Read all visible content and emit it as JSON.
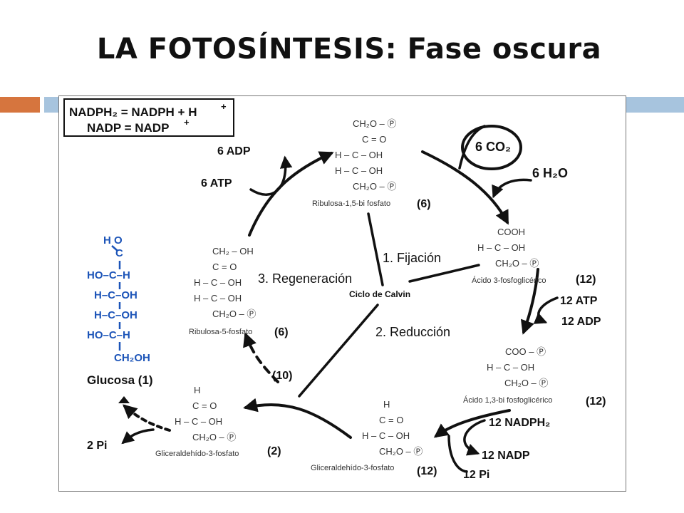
{
  "title": "LA FOTOSÍNTESIS: Fase oscura",
  "legend": {
    "line1": "NADPH₂ = NADPH + H",
    "line1_sup": "+",
    "line2": "NADP = NADP",
    "line2_sup": "+"
  },
  "cycle": {
    "center": "Ciclo de Calvin",
    "fijacion": "1. Fijación",
    "reduccion": "2. Reducción",
    "regeneracion": "3. Regeneración"
  },
  "ribulosa_bi": {
    "lines": [
      "CH₂O – Ⓟ",
      "C = O",
      "H – C – OH",
      "H – C – OH",
      "CH₂O – Ⓟ"
    ],
    "name": "Ribulosa-1,5-bi fosfato",
    "count": "(6)"
  },
  "acido_3": {
    "lines": [
      "COOH",
      "H – C – OH",
      "CH₂O – Ⓟ"
    ],
    "name": "Ácido 3-fosfoglicérico",
    "count": "(12)"
  },
  "acido_13": {
    "lines": [
      "COO – Ⓟ",
      "H – C – OH",
      "CH₂O – Ⓟ"
    ],
    "name": "Ácido 1,3-bi fosfoglicérico",
    "count": "(12)"
  },
  "gli_12": {
    "lines": [
      "H",
      "C = O",
      "H – C – OH",
      "CH₂O – Ⓟ"
    ],
    "name": "Gliceraldehído-3-fosfato",
    "count": "(12)"
  },
  "gli_2": {
    "lines": [
      "H",
      "C = O",
      "H – C – OH",
      "CH₂O – Ⓟ"
    ],
    "name": "Gliceraldehído-3-fosfato",
    "count": "(2)"
  },
  "ribulosa5": {
    "lines": [
      "CH₂ – OH",
      "C = O",
      "H – C – OH",
      "H – C – OH",
      "CH₂O – Ⓟ"
    ],
    "name": "Ribulosa-5-fosfato",
    "count": "(6)"
  },
  "glucosa": {
    "lines": [
      "H    O",
      "C",
      "HO–C–H",
      "H–C–OH",
      "H–C–OH",
      "HO–C–H",
      "CH₂OH"
    ],
    "name": "Glucosa (1)"
  },
  "labels": {
    "co2": "6 CO₂",
    "h2o": "6 H₂O",
    "atp6": "6 ATP",
    "adp6": "6 ADP",
    "atp12": "12 ATP",
    "adp12": "12 ADP",
    "nadph12": "12 NADPH₂",
    "nadp12": "12 NADP",
    "pi12": "12 Pi",
    "pi2": "2 Pi",
    "ten": "(10)"
  }
}
